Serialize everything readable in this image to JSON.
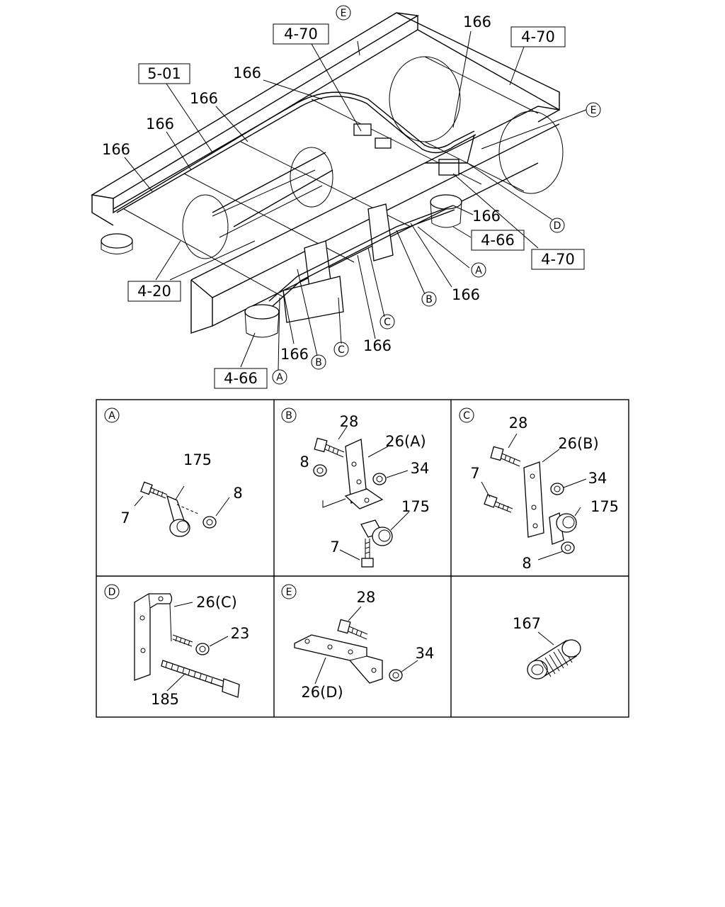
{
  "callouts": {
    "top": {
      "ref_4_70_left": "4-70",
      "ref_4_70_right": "4-70",
      "ref_4_70_lower": "4-70",
      "ref_5_01": "5-01",
      "ref_4_20": "4-20",
      "ref_4_66_right": "4-66",
      "ref_4_66_bottom": "4-66",
      "p166_a": "166",
      "p166_b": "166",
      "p166_c": "166",
      "p166_d": "166",
      "p166_e": "166",
      "p166_f": "166",
      "p166_g": "166",
      "p166_h": "166",
      "p166_i": "166",
      "view_e_top": "E",
      "view_e_right": "E",
      "view_d": "D",
      "view_a_right": "A",
      "view_b_right": "B",
      "view_c_mid": "C",
      "view_b_mid": "B",
      "view_c_low": "C",
      "view_a_low": "A"
    },
    "detail_a": {
      "tag": "A",
      "p175": "175",
      "p7": "7",
      "p8": "8"
    },
    "detail_b": {
      "tag": "B",
      "p28": "28",
      "p26": "26(A)",
      "p8": "8",
      "p34": "34",
      "p175": "175",
      "p7": "7"
    },
    "detail_c": {
      "tag": "C",
      "p28": "28",
      "p26": "26(B)",
      "p7": "7",
      "p34": "34",
      "p175": "175",
      "p8": "8"
    },
    "detail_d": {
      "tag": "D",
      "p26": "26(C)",
      "p23": "23",
      "p185": "185"
    },
    "detail_e": {
      "tag": "E",
      "p28": "28",
      "p34": "34",
      "p26": "26(D)"
    },
    "detail_f": {
      "p167": "167"
    }
  }
}
